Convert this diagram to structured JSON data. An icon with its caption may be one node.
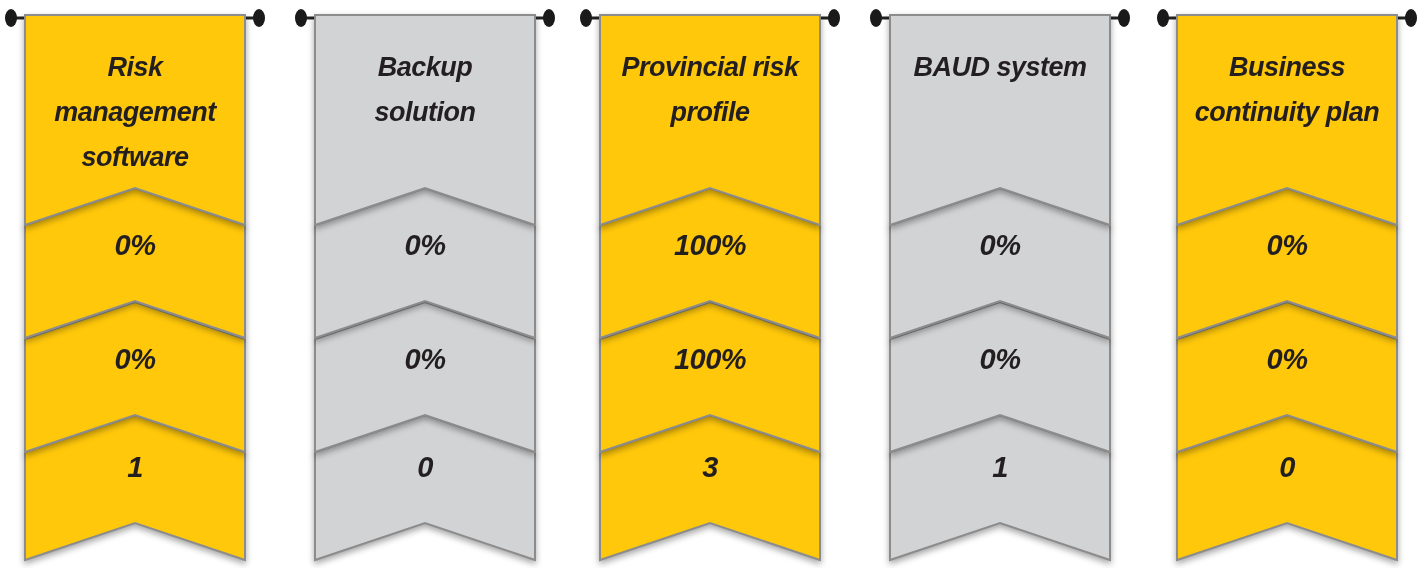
{
  "diagram": {
    "nodes": [
      {
        "text": [
          "Risk management software"
        ]
      },
      {
        "text": [
          "0%"
        ]
      },
      {
        "text": [
          "0%"
        ]
      },
      {
        "text": [
          "1"
        ]
      },
      {
        "text": [
          "Backup solution"
        ]
      },
      {
        "text": [
          "0%"
        ]
      },
      {
        "text": [
          "0%"
        ]
      },
      {
        "text": [
          "0"
        ]
      },
      {
        "text": [
          "Provincial risk profile"
        ]
      },
      {
        "text": [
          "100%"
        ]
      },
      {
        "text": [
          "100%"
        ]
      },
      {
        "text": [
          "3"
        ]
      },
      {
        "text": [
          "BAUD system"
        ]
      },
      {
        "text": [
          "0%"
        ]
      },
      {
        "text": [
          "0%"
        ]
      },
      {
        "text": [
          "1"
        ]
      },
      {
        "text": [
          "Business continuity plan"
        ]
      },
      {
        "text": [
          "0%"
        ]
      },
      {
        "text": [
          "0%"
        ]
      },
      {
        "text": [
          "0"
        ]
      }
    ]
  }
}
